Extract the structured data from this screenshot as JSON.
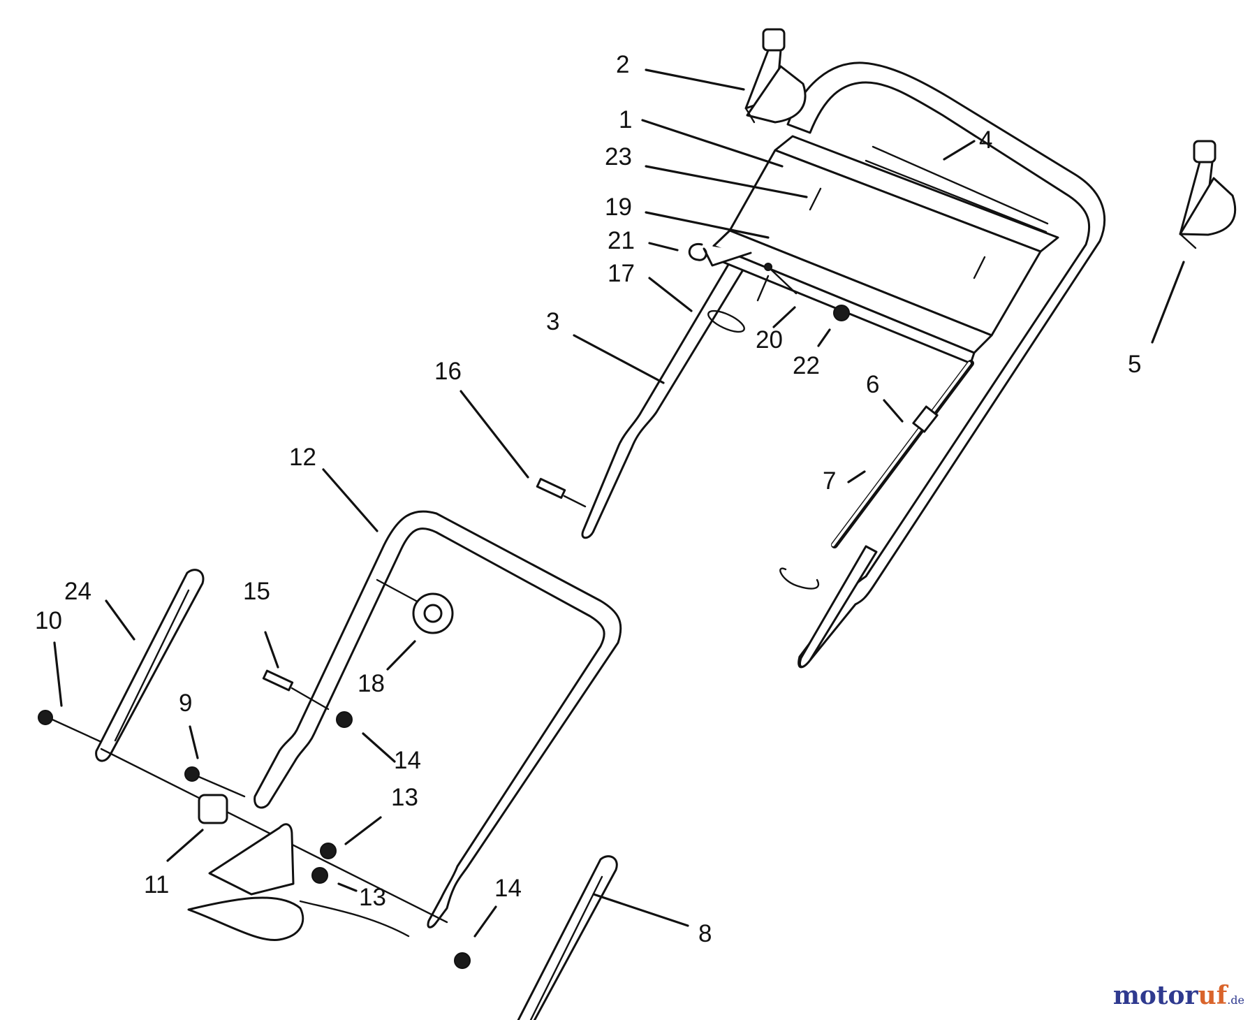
{
  "callouts": [
    {
      "id": "c2",
      "text": "2"
    },
    {
      "id": "c1",
      "text": "1"
    },
    {
      "id": "c4",
      "text": "4"
    },
    {
      "id": "c23",
      "text": "23"
    },
    {
      "id": "c19",
      "text": "19"
    },
    {
      "id": "c21",
      "text": "21"
    },
    {
      "id": "c17",
      "text": "17"
    },
    {
      "id": "c3",
      "text": "3"
    },
    {
      "id": "c20",
      "text": "20"
    },
    {
      "id": "c22",
      "text": "22"
    },
    {
      "id": "c5",
      "text": "5"
    },
    {
      "id": "c6",
      "text": "6"
    },
    {
      "id": "c16",
      "text": "16"
    },
    {
      "id": "c7",
      "text": "7"
    },
    {
      "id": "c12",
      "text": "12"
    },
    {
      "id": "c24",
      "text": "24"
    },
    {
      "id": "c15",
      "text": "15"
    },
    {
      "id": "c10",
      "text": "10"
    },
    {
      "id": "c18",
      "text": "18"
    },
    {
      "id": "c9",
      "text": "9"
    },
    {
      "id": "c14a",
      "text": "14"
    },
    {
      "id": "c13a",
      "text": "13"
    },
    {
      "id": "c11",
      "text": "11"
    },
    {
      "id": "c13b",
      "text": "13"
    },
    {
      "id": "c14b",
      "text": "14"
    },
    {
      "id": "c8",
      "text": "8"
    }
  ],
  "watermark": {
    "part_a": "motor",
    "part_b": "uf",
    "suffix": ".de"
  }
}
